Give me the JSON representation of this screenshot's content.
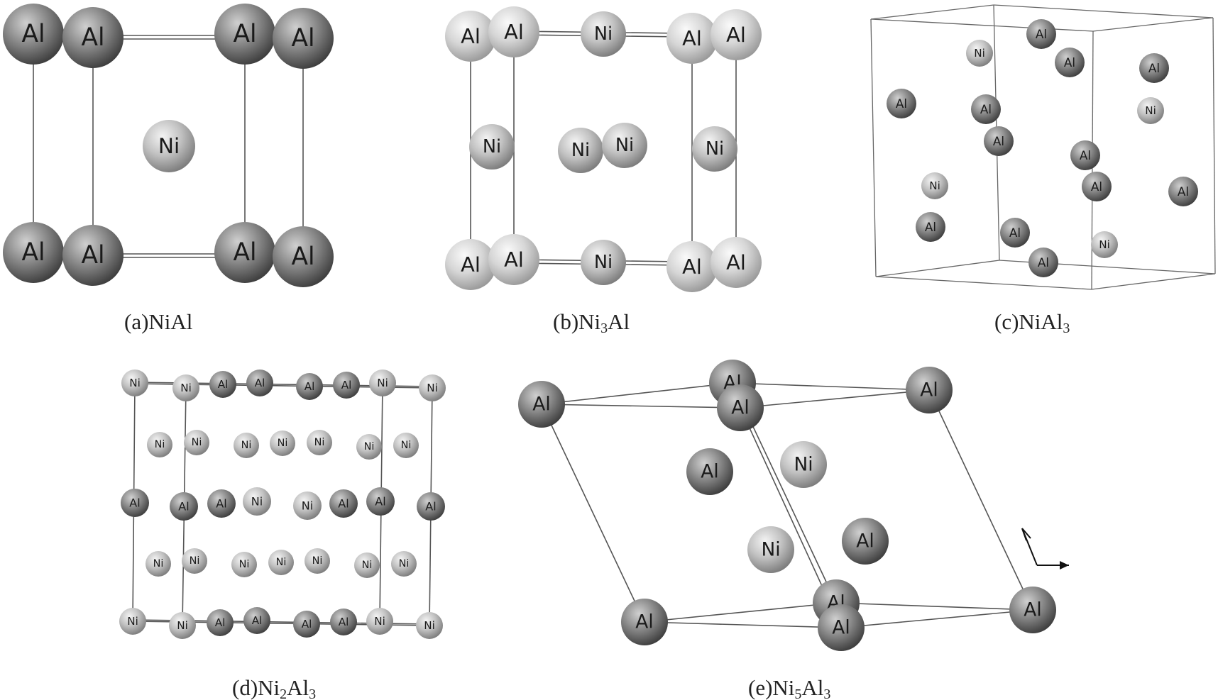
{
  "panels": [
    {
      "id": "a",
      "caption": {
        "prefix": "(a)",
        "parts": [
          {
            "t": "NiAl"
          }
        ]
      }
    },
    {
      "id": "b",
      "caption": {
        "prefix": "(b)",
        "parts": [
          {
            "t": "Ni"
          },
          {
            "t": "3",
            "sub": true
          },
          {
            "t": "Al"
          }
        ]
      }
    },
    {
      "id": "c",
      "caption": {
        "prefix": "(c)",
        "parts": [
          {
            "t": "NiAl"
          },
          {
            "t": "3",
            "sub": true
          }
        ]
      }
    },
    {
      "id": "d",
      "caption": {
        "prefix": "(d)",
        "parts": [
          {
            "t": "Ni"
          },
          {
            "t": "2",
            "sub": true
          },
          {
            "t": "Al"
          },
          {
            "t": "3",
            "sub": true
          }
        ]
      }
    },
    {
      "id": "e",
      "caption": {
        "prefix": "(e)",
        "parts": [
          {
            "t": "Ni"
          },
          {
            "t": "5",
            "sub": true
          },
          {
            "t": "Al"
          },
          {
            "t": "3",
            "sub": true
          }
        ]
      }
    }
  ],
  "atom_labels": {
    "al": "Al",
    "ni": "Ni"
  },
  "colors": {
    "al_light": "#cfcfcf",
    "al_mid": "#8c8c8c",
    "al_dark": "#3e3e3e",
    "ni_light": "#f2f2f2",
    "ni_mid": "#bdbdbd",
    "ni_dark": "#7a7a7a",
    "bond": "#555555"
  }
}
